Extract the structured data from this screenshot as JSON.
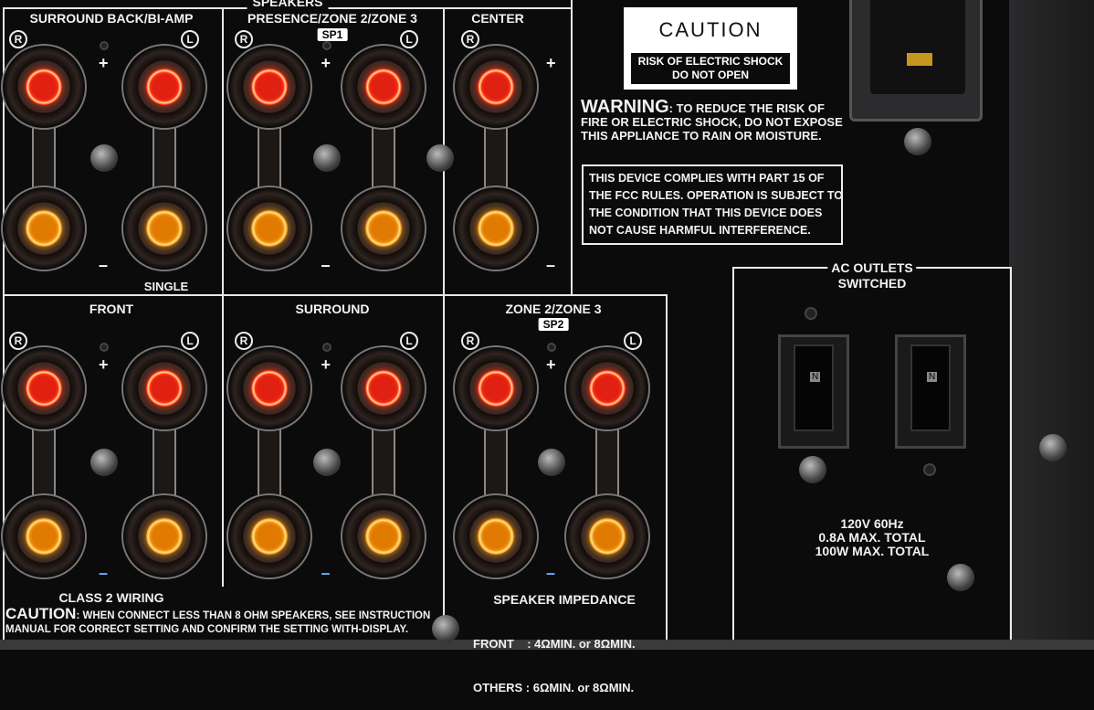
{
  "speakers": {
    "header": "SPEAKERS",
    "surround_back": "SURROUND BACK/BI-AMP",
    "presence": "PRESENCE/ZONE 2/ZONE 3",
    "sp1": "SP1",
    "center": "CENTER",
    "single": "SINGLE",
    "front": "FRONT",
    "surround": "SURROUND",
    "zone": "ZONE 2/ZONE 3",
    "sp2": "SP2",
    "right": "R",
    "left": "L",
    "plus": "+",
    "minus": "–",
    "class2": "CLASS 2 WIRING",
    "caution_word": "CAUTION",
    "caution_line1": ": WHEN CONNECT LESS THAN 8 OHM SPEAKERS, SEE INSTRUCTION",
    "caution_line2": "MANUAL FOR  CORRECT SETTING  AND CONFIRM THE SETTING WITH-DISPLAY.",
    "impedance_title": "SPEAKER IMPEDANCE",
    "impedance_front": "FRONT    : 4ΩMIN. or 8ΩMIN.",
    "impedance_others": "OTHERS : 6ΩMIN. or 8ΩMIN."
  },
  "labels": {
    "caution": "CAUTION",
    "risk1": "RISK OF ELECTRIC SHOCK",
    "risk2": "DO NOT OPEN",
    "warning_word": "WARNING",
    "warning1": ": TO REDUCE THE RISK OF",
    "warning2": "FIRE OR ELECTRIC SHOCK, DO NOT EXPOSE",
    "warning3": "THIS APPLIANCE TO RAIN OR MOISTURE.",
    "fcc1": "THIS DEVICE COMPLIES WITH PART 15 OF",
    "fcc2": "THE FCC RULES. OPERATION IS SUBJECT TO",
    "fcc3": "THE CONDITION THAT THIS DEVICE DOES",
    "fcc4": "NOT CAUSE HARMFUL INTERFERENCE."
  },
  "ac": {
    "title": "AC OUTLETS",
    "subtitle": "SWITCHED",
    "n": "N",
    "spec1": "120V  60Hz",
    "spec2": "0.8A MAX. TOTAL",
    "spec3": "100W MAX. TOTAL"
  },
  "colors": {
    "panel": "#0b0b0c",
    "red_post": "#e0201a",
    "gold_post": "#e08a10",
    "chassis": "#1e1e20"
  }
}
